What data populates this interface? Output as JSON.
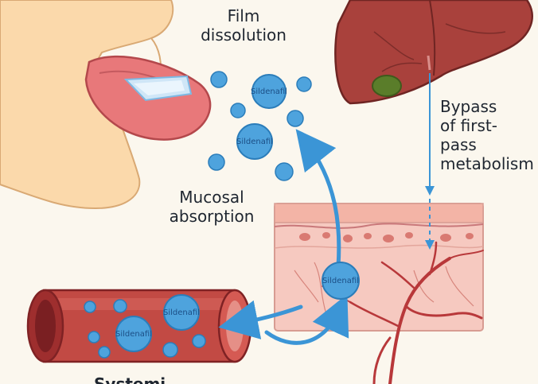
{
  "labels": {
    "film_dissolution": "Film\ndissolution",
    "mucosal_absorption": "Mucosal\nabsorption",
    "bypass": "Bypass\nof first-\npass\nmetabolism",
    "systemic_partial": "Systemi"
  },
  "drug": {
    "name": "Sildenafil"
  },
  "colors": {
    "drug_fill": "#4ea3dd",
    "arrow_blue": "#3b95d6",
    "vessel_red": "#b8383a",
    "liver_red": "#a9413c",
    "tissue_pink": "#f6c9c0",
    "skin": "#fbd9ab"
  }
}
